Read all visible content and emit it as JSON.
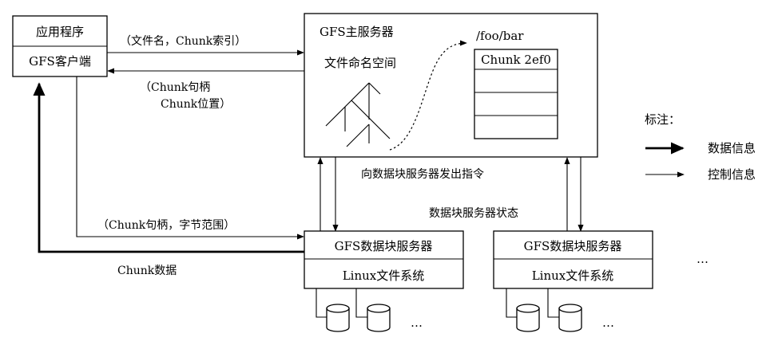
{
  "client": {
    "app_label": "应用程序",
    "client_label": "GFS客户端"
  },
  "master": {
    "title": "GFS主服务器",
    "namespace_label": "文件命名空间",
    "path_label": "/foo/bar",
    "chunk_label": "Chunk 2ef0"
  },
  "messages": {
    "request": "（文件名，Chunk索引）",
    "reply_line1": "（Chunk句柄",
    "reply_line2": "Chunk位置）",
    "chunk_request": "（Chunk句柄，字节范围）",
    "chunk_data": "Chunk数据",
    "master_instructions": "向数据块服务器发出指令",
    "chunkserver_state": "数据块服务器状态"
  },
  "chunkservers": [
    {
      "title": "GFS数据块服务器",
      "fs_label": "Linux文件系统"
    },
    {
      "title": "GFS数据块服务器",
      "fs_label": "Linux文件系统"
    }
  ],
  "ellipsis": "…",
  "legend": {
    "title": "标注：",
    "data_label": "数据信息",
    "control_label": "控制信息"
  }
}
